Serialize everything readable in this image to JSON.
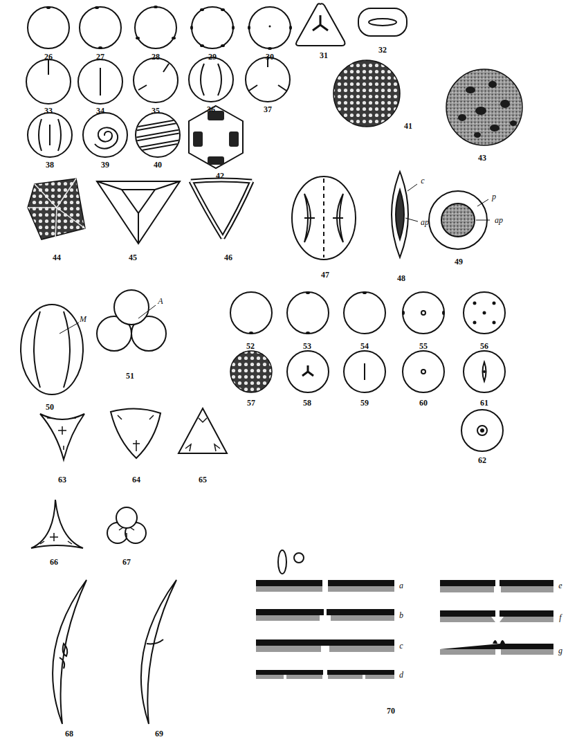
{
  "diagram": {
    "labels": [
      "26",
      "27",
      "28",
      "29",
      "30",
      "31",
      "32",
      "33",
      "34",
      "35",
      "36",
      "37",
      "38",
      "39",
      "40",
      "41",
      "42",
      "43",
      "44",
      "45",
      "46",
      "47",
      "48",
      "c",
      "ap",
      "49",
      "p",
      "ap",
      "50",
      "M",
      "51",
      "A",
      "52",
      "53",
      "54",
      "55",
      "56",
      "57",
      "58",
      "59",
      "60",
      "61",
      "62",
      "63",
      "64",
      "65",
      "66",
      "67",
      "a",
      "b",
      "c",
      "d",
      "e",
      "f",
      "g",
      "68",
      "69",
      "70"
    ]
  }
}
